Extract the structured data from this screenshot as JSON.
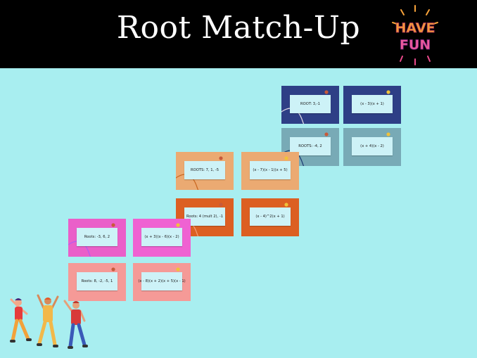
{
  "title": "Root Match-Up",
  "badge": {
    "line1": "HAVE",
    "line2": "FUN"
  },
  "cards": [
    {
      "id": "c1",
      "text": "ROOT: 3,-1",
      "bg": "#2e3f86",
      "accent": "#e2dbe7"
    },
    {
      "id": "c2",
      "text": "(x - 3)(x + 1)",
      "bg": "#2e3f86",
      "accent": "#2e3f86"
    },
    {
      "id": "c3",
      "text": "ROOTS: -4, 2",
      "bg": "#78aab6",
      "accent": "#1c3c74"
    },
    {
      "id": "c4",
      "text": "(x + 4)(x - 2)",
      "bg": "#78aab6",
      "accent": "#78aab6"
    },
    {
      "id": "c5",
      "text": "ROOTS: 7, 1, -5",
      "bg": "#ebaa72",
      "accent": "#c8661f"
    },
    {
      "id": "c6",
      "text": "(x - 7)(x - 1)(x + 5)",
      "bg": "#ebaa72",
      "accent": "#ebaa72"
    },
    {
      "id": "c7",
      "text": "Roots: 4 (mult 2), -1",
      "bg": "#dc5f22",
      "accent": "#f1a07b"
    },
    {
      "id": "c8",
      "text": "(x - 4)^2(x + 1)",
      "bg": "#dc5f22",
      "accent": "#dc5f22"
    },
    {
      "id": "c9",
      "text": "Roots: -3, 6, 2",
      "bg": "#ea5fc9",
      "accent": "#b25df0"
    },
    {
      "id": "c10",
      "text": "(x + 3)(x - 6)(x - 2)",
      "bg": "#ef62d2",
      "accent": "#ef62d2"
    },
    {
      "id": "c11",
      "text": "Roots: 8, -2, -5, 1",
      "bg": "#f59a97",
      "accent": "#f59a97"
    },
    {
      "id": "c12",
      "text": "(x - 8)(x + 2)(x + 5)(x - 1)",
      "bg": "#f59a97",
      "accent": "#f59a97"
    }
  ],
  "colors": {
    "background": "#a8eef0",
    "header": "#000000",
    "title": "#ffffff",
    "paper": "#cdf2f7",
    "pin_red": "#c85a3a",
    "pin_yellow": "#f0c23a"
  },
  "icons": {
    "badge": "have-fun-icon",
    "dancers": "dancing-people-icon",
    "pin": "pushpin-icon"
  }
}
